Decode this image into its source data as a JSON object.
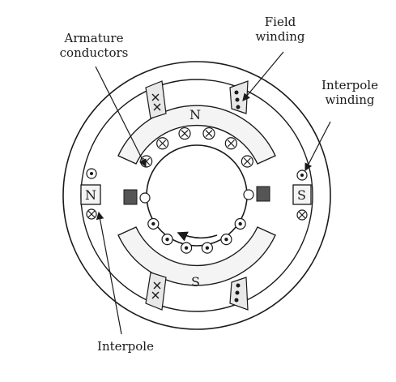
{
  "labels": {
    "armature": [
      "Armature",
      "conductors"
    ],
    "field": [
      "Field",
      "winding"
    ],
    "interpole_winding": [
      "Interpole",
      "winding"
    ],
    "interpole": "Interpole"
  },
  "poles": {
    "top": "N",
    "bottom": "S",
    "left": "N",
    "right": "S"
  },
  "conductor_counts": {
    "upper_cross": 6,
    "lower_dot": 6
  },
  "colors": {
    "ink": "#1a1a1a",
    "pole_fill": "#f4f4f4",
    "brush_fill": "#555555"
  }
}
